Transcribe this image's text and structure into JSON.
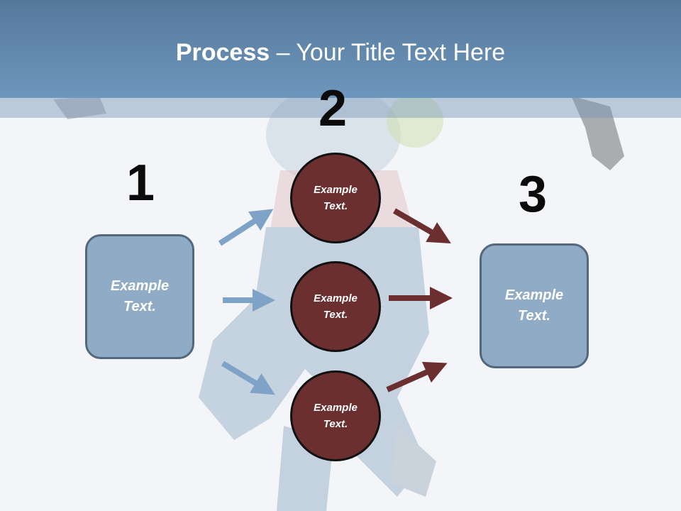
{
  "title": {
    "bold": "Process",
    "rest": " – Your Title Text Here"
  },
  "steps": {
    "one": "1",
    "two": "2",
    "three": "3"
  },
  "left_box": "Example\nText.",
  "right_box": "Example\nText.",
  "circles": [
    "Example\nText.",
    "Example\nText.",
    "Example\nText."
  ],
  "colors": {
    "header": "#6a91b7",
    "box_fill": "#8fabc6",
    "circle_fill": "#6b2f30",
    "left_arrows": "#7fa3c6",
    "right_arrows": "#6b2f30"
  }
}
